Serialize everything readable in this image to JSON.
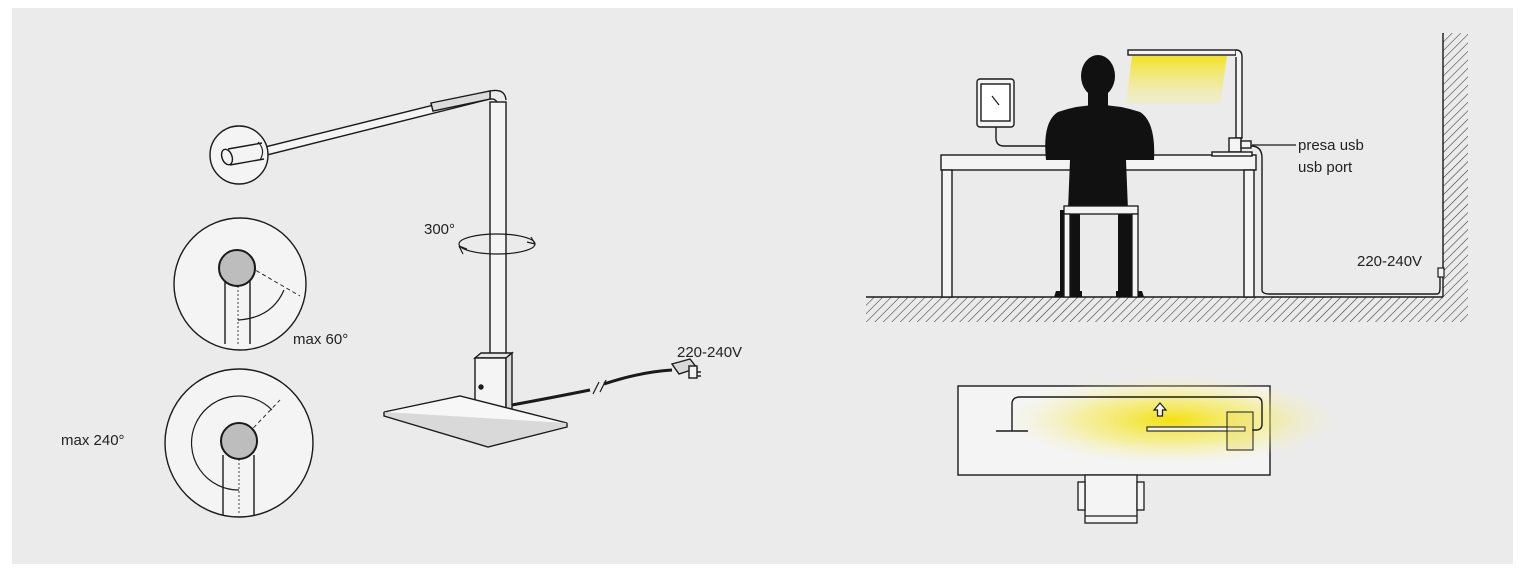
{
  "labels": {
    "rotation": "300°",
    "tilt_max": "max 60°",
    "swivel_max": "max 240°",
    "voltage_plug": "220-240V",
    "usb_it": "presa usb",
    "usb_en": "usb port",
    "voltage_wall": "220-240V"
  },
  "colors": {
    "background": "#ebebeb",
    "line": "#1a1a1a",
    "light": "#f5e43a",
    "joint": "#bdbdbd"
  },
  "icons": [
    "tablet-icon",
    "person-silhouette",
    "chair-icon",
    "arrow-up-icon"
  ]
}
